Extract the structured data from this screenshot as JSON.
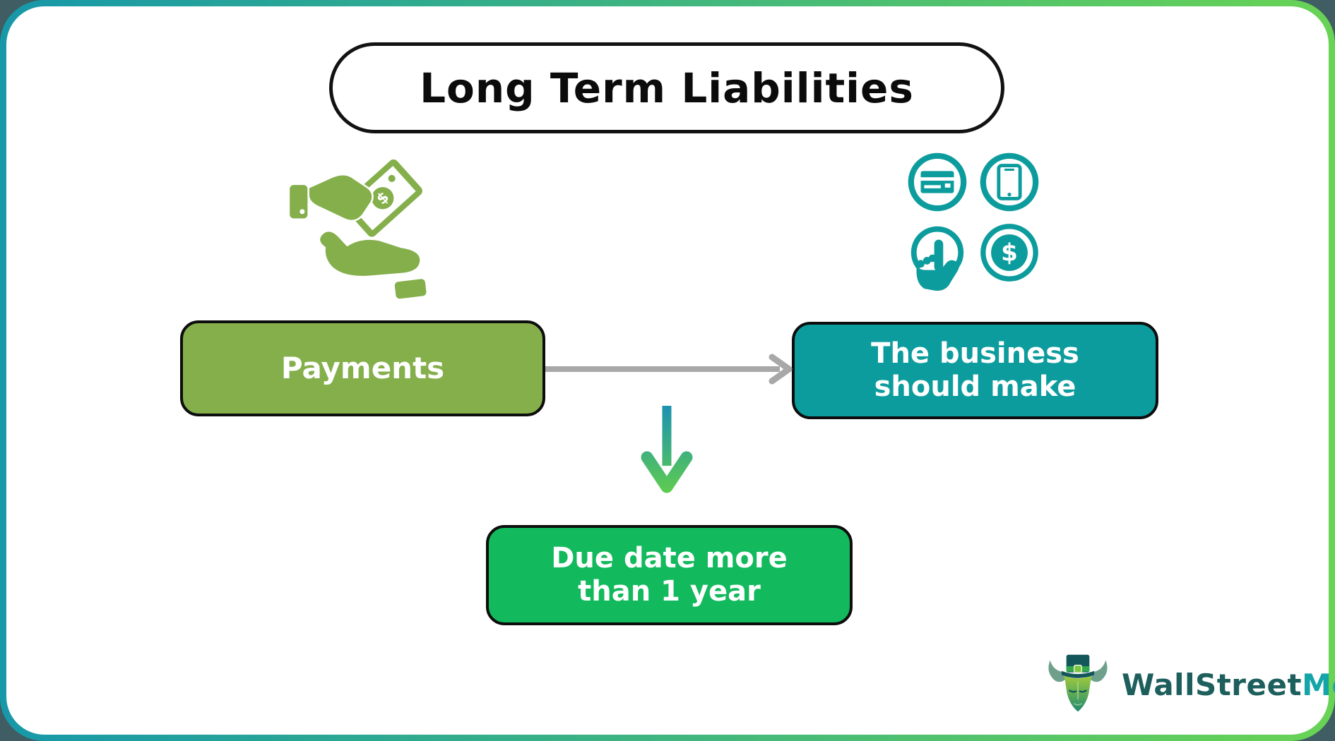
{
  "title": {
    "text": "Long Term Liabilities"
  },
  "nodes": {
    "payments": {
      "label": "Payments"
    },
    "business": {
      "line1": "The business",
      "line2": "should make"
    },
    "due": {
      "line1": "Due date more",
      "line2": "than 1 year"
    }
  },
  "icons": {
    "left": "hand-giving-money-icon",
    "grid": [
      "credit-card-icon",
      "smartphone-icon",
      "tap-click-icon",
      "dollar-coin-icon"
    ],
    "dollar": "$"
  },
  "logo": {
    "first": "WallStreet",
    "second": "Mojo",
    "mascot": "bull-with-top-hat-icon"
  },
  "colors": {
    "outside": "#3F5D63",
    "frame-teal": "#1798A9",
    "frame-green": "#68D355",
    "card-bg": "#ffffff",
    "olive": "#84AF4B",
    "teal": "#0D9C9D",
    "jade": "#12B95D",
    "gray-arrow": "#A8A8A8",
    "arrow-top": "#1B90B4",
    "arrow-bottom": "#5ECC4F",
    "logo-dark": "#1D5F5C",
    "logo-teal": "#15A5A8"
  }
}
